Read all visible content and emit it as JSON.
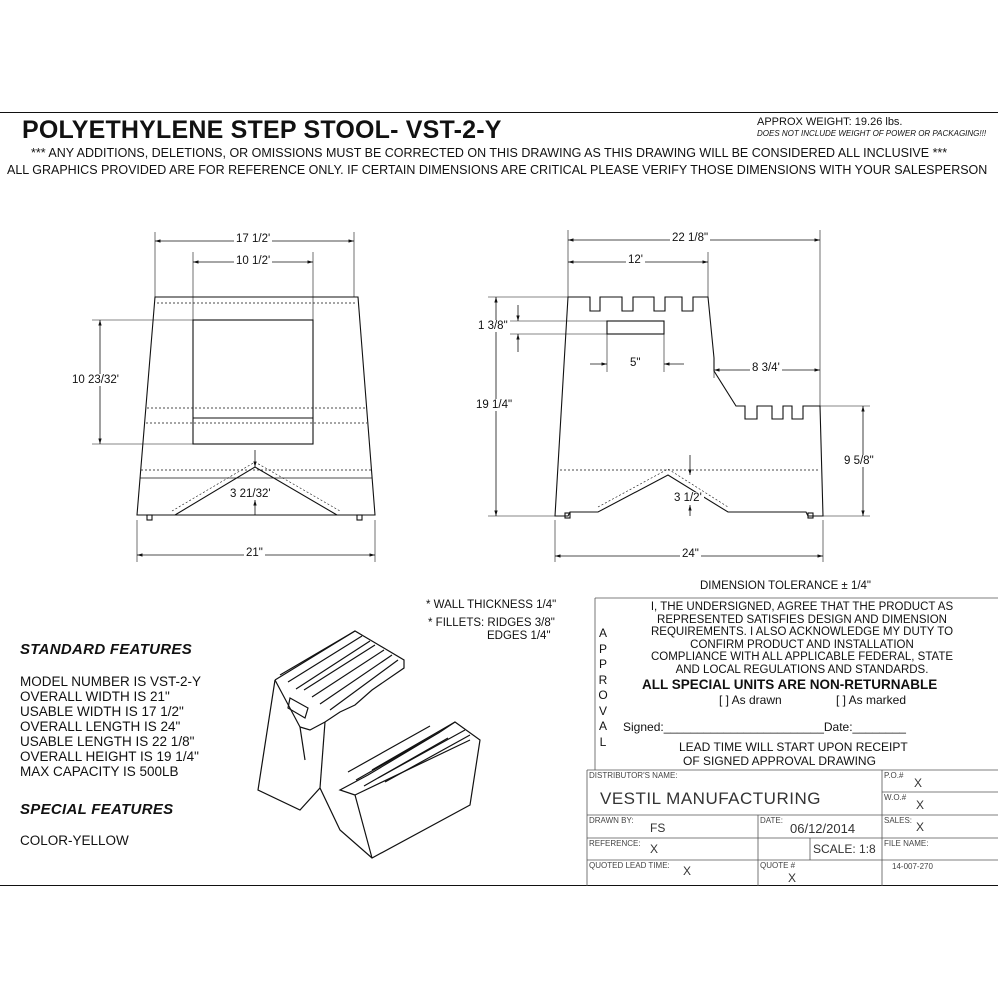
{
  "header": {
    "title": "POLYETHYLENE STEP STOOL- VST-2-Y",
    "weight": "APPROX WEIGHT: 19.26 lbs.",
    "weight_note": "DOES NOT INCLUDE WEIGHT OF POWER OR PACKAGING!!!",
    "notice": "*** ANY ADDITIONS, DELETIONS, OR OMISSIONS MUST BE CORRECTED ON THIS DRAWING AS THIS DRAWING WILL BE CONSIDERED ALL INCLUSIVE ***",
    "reference": "ALL GRAPHICS PROVIDED ARE FOR REFERENCE ONLY. IF CERTAIN DIMENSIONS ARE CRITICAL PLEASE VERIFY THOSE DIMENSIONS WITH YOUR SALESPERSON"
  },
  "front_view": {
    "dim_top_width": "17 1/2'",
    "dim_window_width": "10 1/2'",
    "dim_window_height": "10 23/32'",
    "dim_arch_height": "3 21/32'",
    "dim_base_width": "21\""
  },
  "side_view": {
    "dim_overall_length": "22 1/8\"",
    "dim_upper_step": "12'",
    "dim_handle_height": "1 3/8\"",
    "dim_handle_width": "5\"",
    "dim_lower_step": "8 3/4'",
    "dim_overall_height": "19 1/4\"",
    "dim_lower_height": "9 5/8\"",
    "dim_arch_height": "3 1/2'",
    "dim_base_length": "24\""
  },
  "notes": {
    "wall": "* WALL THICKNESS 1/4\"",
    "fillets": "* FILLETS: RIDGES 3/8\"",
    "edges": "EDGES 1/4\""
  },
  "standard_features": {
    "heading": "STANDARD FEATURES",
    "items": [
      "MODEL NUMBER IS VST-2-Y",
      "OVERALL WIDTH IS  21\"",
      "USABLE WIDTH IS 17 1/2\"",
      "OVERALL LENGTH IS 24\"",
      "USABLE LENGTH IS 22 1/8\"",
      "OVERALL HEIGHT IS 19 1/4\"",
      "MAX CAPACITY IS 500LB"
    ]
  },
  "special_features": {
    "heading": "SPECIAL FEATURES",
    "items": [
      "COLOR-YELLOW"
    ]
  },
  "approval": {
    "tolerance": "DIMENSION TOLERANCE ± 1/4\"",
    "vertical_label": "APPROVAL",
    "statement_lines": [
      "I, THE UNDERSIGNED, AGREE THAT THE PRODUCT AS",
      "REPRESENTED SATISFIES DESIGN AND DIMENSION",
      "REQUIREMENTS.  I ALSO ACKNOWLEDGE MY DUTY TO",
      "CONFIRM PRODUCT AND INSTALLATION",
      "COMPLIANCE WITH ALL APPLICABLE FEDERAL, STATE",
      "AND LOCAL REGULATIONS AND STANDARDS."
    ],
    "non_returnable": "ALL SPECIAL UNITS ARE NON-RETURNABLE",
    "as_drawn": "[  ] As drawn",
    "as_marked": "[  ] As marked",
    "signed": "Signed:________________________Date:________",
    "lead_time_1": "LEAD TIME WILL START UPON RECEIPT",
    "lead_time_2": "OF SIGNED APPROVAL DRAWING"
  },
  "title_block": {
    "distributor_label": "DISTRIBUTOR'S NAME:",
    "distributor": "VESTIL MANUFACTURING",
    "po_label": "P.O.#",
    "po": "X",
    "wo_label": "W.O.#",
    "wo": "X",
    "drawn_by_label": "DRAWN BY:",
    "drawn_by": "FS",
    "date_label": "DATE:",
    "date": "06/12/2014",
    "sales_label": "SALES:",
    "sales": "X",
    "reference_label": "REFERENCE:",
    "reference": "X",
    "scale": "SCALE: 1:8",
    "file_name_label": "FILE NAME:",
    "file_name": "14-007-270",
    "quoted_lead_time_label": "QUOTED LEAD TIME:",
    "quoted_lead_time": "X",
    "quote_label": "QUOTE #",
    "quote": "X"
  }
}
